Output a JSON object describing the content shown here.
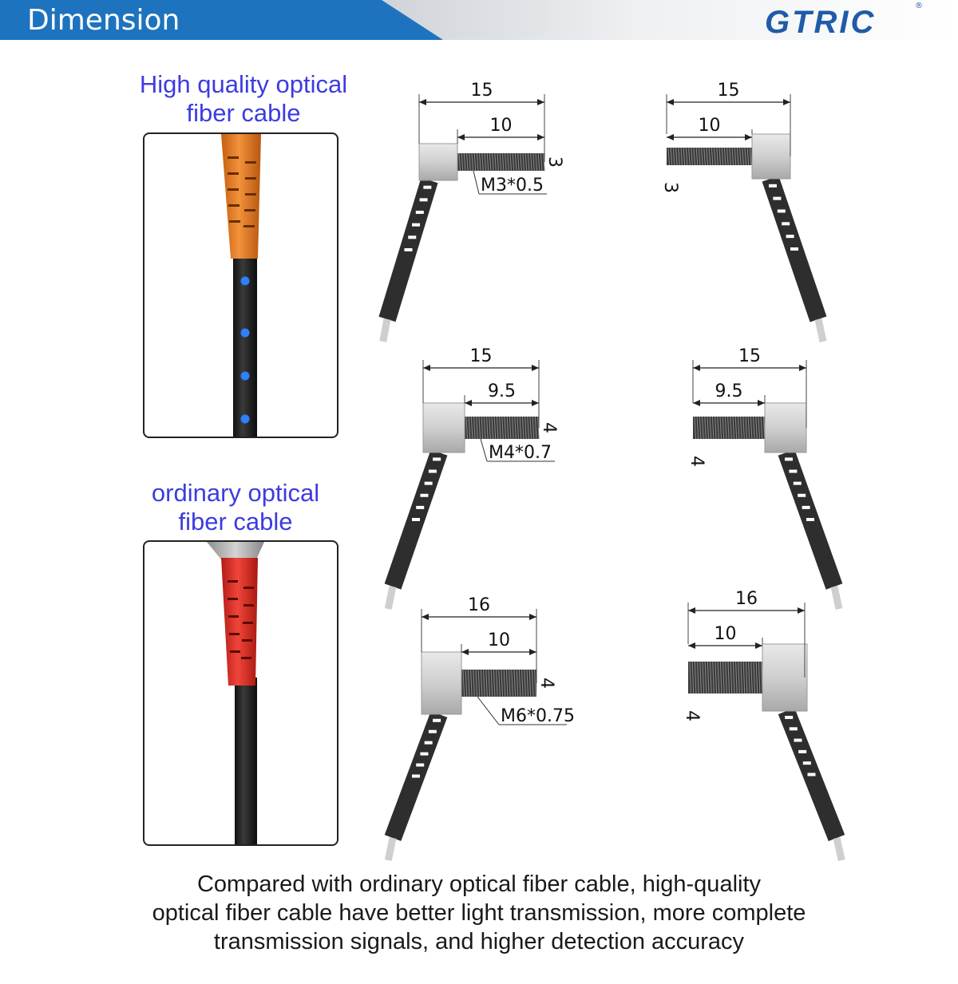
{
  "header": {
    "title": "Dimension",
    "brand": "GTRIC",
    "brand_mark": "®"
  },
  "comparison": {
    "high_quality_label": [
      "High quality optical",
      "fiber cable"
    ],
    "ordinary_label": [
      "ordinary optical",
      "fiber cable"
    ]
  },
  "diagrams": [
    {
      "id": "m3-left",
      "total": "15",
      "thread": "10",
      "dia": "3",
      "spec": "M3*0.5"
    },
    {
      "id": "m3-right",
      "total": "15",
      "thread": "10",
      "dia": "3"
    },
    {
      "id": "m4-left",
      "total": "15",
      "thread": "9.5",
      "dia": "4",
      "spec": "M4*0.7"
    },
    {
      "id": "m4-right",
      "total": "15",
      "thread": "9.5",
      "dia": "4"
    },
    {
      "id": "m6-left",
      "total": "16",
      "thread": "10",
      "dia": "4",
      "spec": "M6*0.75"
    },
    {
      "id": "m6-right",
      "total": "16",
      "thread": "10",
      "dia": "4"
    }
  ],
  "summary": [
    "Compared with ordinary optical fiber cable, high-quality",
    "optical fiber cable have better light transmission, more complete",
    "transmission signals, and higher detection accuracy"
  ],
  "colors": {
    "accent": "#1e73be",
    "caption": "#3c3ce0",
    "orange_sleeve": "#e67e22",
    "red_sleeve": "#e23b2e",
    "led_blue": "#2f7fff"
  }
}
